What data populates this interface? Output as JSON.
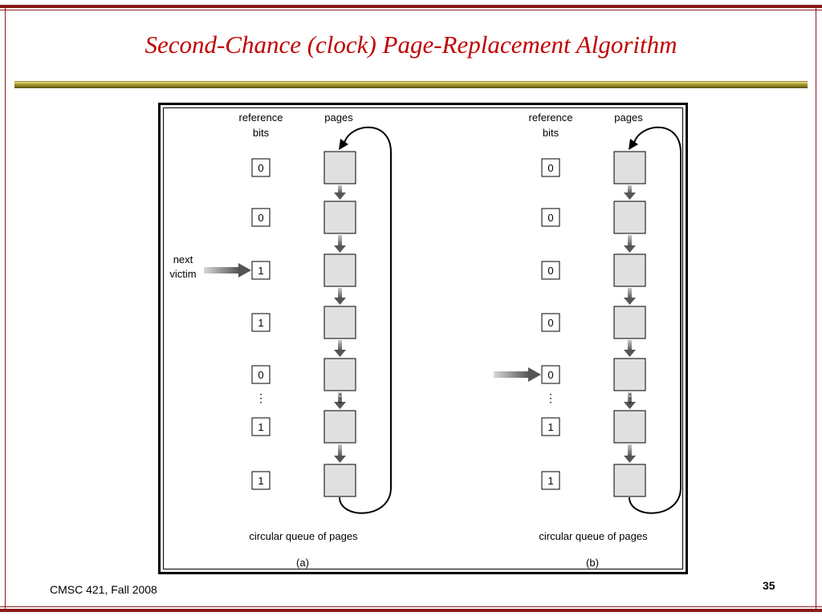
{
  "slide": {
    "title": "Second-Chance (clock) Page-Replacement Algorithm",
    "footer": "CMSC 421, Fall 2008",
    "page_number": "35"
  },
  "figure": {
    "panels": [
      {
        "id": "a",
        "caption": "(a)",
        "header_ref": [
          "reference",
          "bits"
        ],
        "header_pages": "pages",
        "bits": [
          "0",
          "0",
          "1",
          "1",
          "0",
          "1",
          "1"
        ],
        "pointer_row": 2,
        "pointer_label": [
          "next",
          "victim"
        ],
        "queue_label": "circular queue of pages"
      },
      {
        "id": "b",
        "caption": "(b)",
        "header_ref": [
          "reference",
          "bits"
        ],
        "header_pages": "pages",
        "bits": [
          "0",
          "0",
          "0",
          "0",
          "0",
          "1",
          "1"
        ],
        "pointer_row": 4,
        "pointer_label": [],
        "queue_label": "circular queue of pages"
      }
    ],
    "ellipsis": "⋮"
  },
  "colors": {
    "frame": "#8b1a1a",
    "title": "#c00000",
    "page_fill": "#e0e0e0"
  }
}
